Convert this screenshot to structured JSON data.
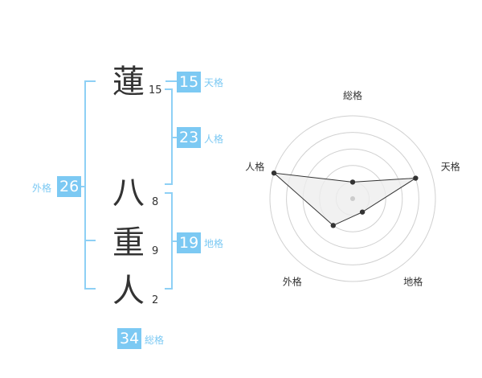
{
  "name": {
    "chars": [
      {
        "char": "蓮",
        "strokes": "15"
      },
      {
        "char": "八",
        "strokes": "8"
      },
      {
        "char": "重",
        "strokes": "9"
      },
      {
        "char": "人",
        "strokes": "2"
      }
    ]
  },
  "fortunes": {
    "tenkaku": {
      "value": "15",
      "label": "天格"
    },
    "jinkaku": {
      "value": "23",
      "label": "人格"
    },
    "chikaku": {
      "value": "19",
      "label": "地格"
    },
    "gaikaku": {
      "value": "26",
      "label": "外格"
    },
    "soukaku": {
      "value": "34",
      "label": "総格"
    }
  },
  "chart_data": {
    "type": "radar",
    "axes": [
      "総格",
      "天格",
      "地格",
      "外格",
      "人格"
    ],
    "values": [
      1,
      4,
      1,
      2,
      5
    ],
    "max": 5,
    "colors": {
      "fill": "#eeeeee",
      "stroke": "#333333",
      "grid": "#d0d0d0"
    }
  },
  "colors": {
    "accent": "#7cc9f3"
  }
}
